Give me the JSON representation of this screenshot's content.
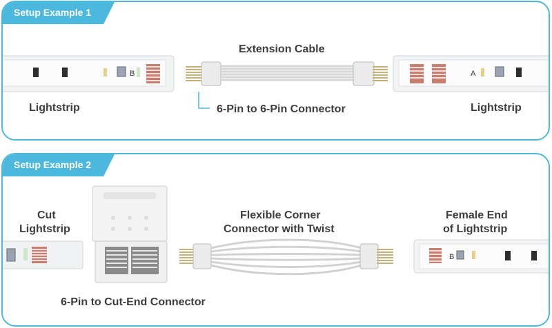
{
  "example1": {
    "title": "Setup Example 1",
    "extension_cable": "Extension Cable",
    "left_strip": "Lightstrip",
    "right_strip": "Lightstrip",
    "connector": "6-Pin to 6-Pin Connector",
    "mark_b": "B",
    "mark_a": "A"
  },
  "example2": {
    "title": "Setup Example 2",
    "cut_strip_line1": "Cut",
    "cut_strip_line2": "Lightstrip",
    "corner_line1": "Flexible Corner",
    "corner_line2": "Connector with Twist",
    "female_line1": "Female End",
    "female_line2": "of Lightstrip",
    "cut_end_connector": "6-Pin to Cut-End Connector",
    "mark_b": "B"
  },
  "colors": {
    "accent": "#4cb8de",
    "label": "#3e3e3e",
    "copper": "#b87060"
  }
}
